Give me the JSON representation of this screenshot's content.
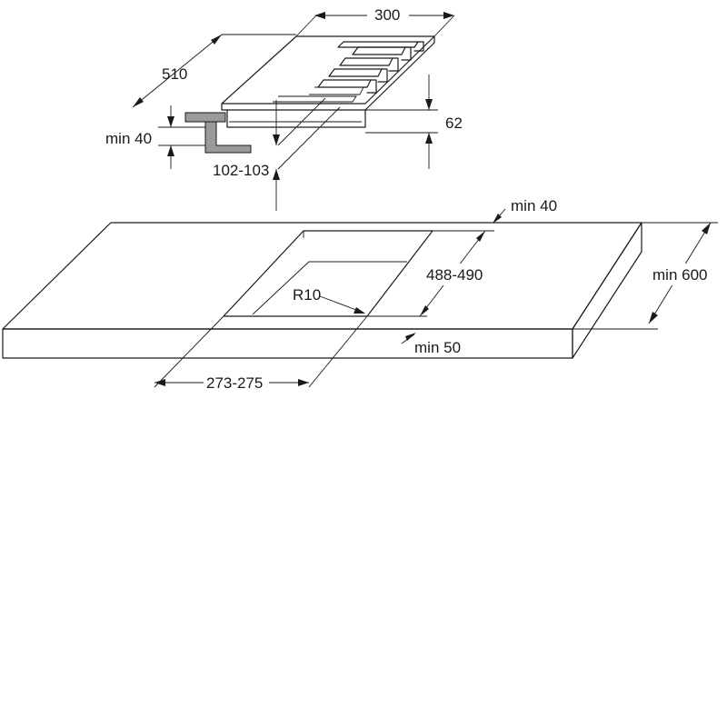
{
  "labels": {
    "width_300": "300",
    "depth_510": "510",
    "height_62": "62",
    "min_40_bracket": "min 40",
    "depth_102_103": "102-103",
    "min_40_edge": "min 40",
    "cutout_488_490": "488-490",
    "radius_r10": "R10",
    "min_600": "min 600",
    "min_50": "min 50",
    "cutout_273_275": "273-275"
  }
}
